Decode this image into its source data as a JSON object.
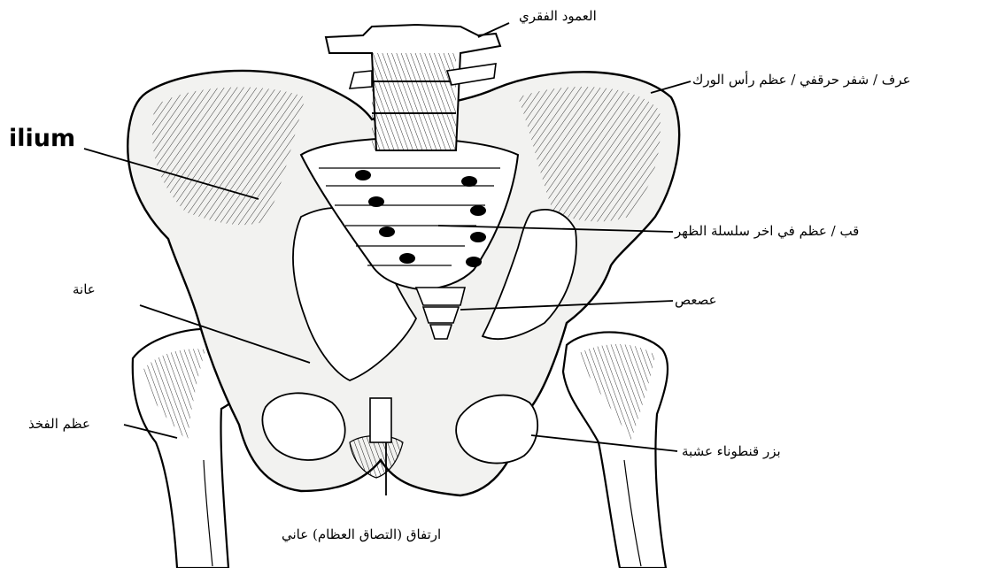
{
  "labels": {
    "ilium": "ilium",
    "vertebral_column": "العمود الفقري",
    "iliac_crest": "عرف / شفر حرقفي / عظم رأس الورك",
    "sacrum": "قب / عظم في اخر سلسلة الظهر",
    "coccyx": "عصعص",
    "pubis": "عانة",
    "femur": "عظم الفخذ",
    "obturator_foramen": "بزر قنطوناء عشبة",
    "pubic_symphysis": "ارتفاق (التصاق العظام) عاني"
  },
  "colors": {
    "ink": "#000000",
    "bone": "#f2f2f0",
    "background": "#ffffff"
  }
}
